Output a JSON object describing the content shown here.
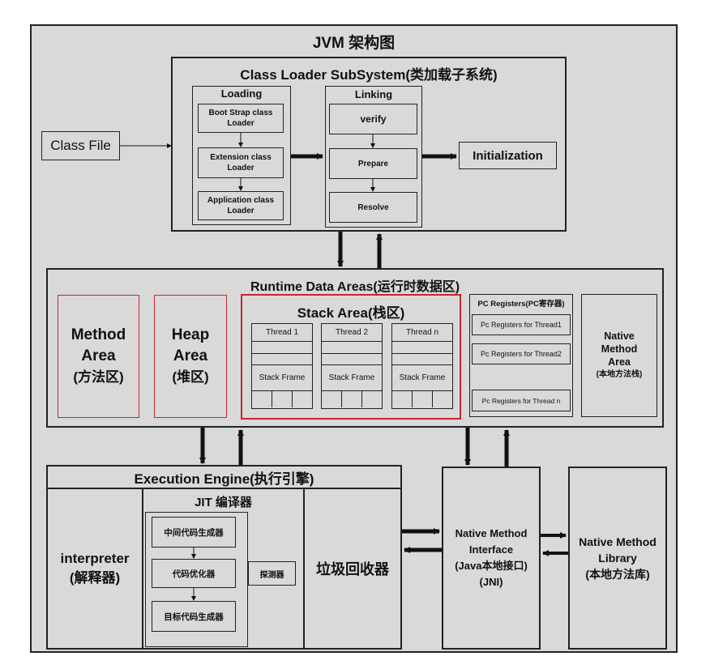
{
  "title": "JVM 架构图",
  "class_file": "Class File",
  "class_loader": {
    "title": "Class Loader SubSystem(类加载子系统)",
    "loading": {
      "title": "Loading",
      "items": [
        "Boot Strap class Loader",
        "Extension class Loader",
        "Application class Loader"
      ]
    },
    "linking": {
      "title": "Linking",
      "items": [
        "verify",
        "Prepare",
        "Resolve"
      ]
    },
    "initialization": "Initialization"
  },
  "runtime": {
    "title": "Runtime Data Areas(运行时数据区)",
    "method_area": {
      "line1": "Method",
      "line2": "Area",
      "line3": "(方法区)"
    },
    "heap_area": {
      "line1": "Heap",
      "line2": "Area",
      "line3": "(堆区)"
    },
    "stack_area": {
      "title": "Stack Area(栈区)",
      "threads": [
        {
          "name": "Thread 1",
          "frame": "Stack Frame"
        },
        {
          "name": "Thread 2",
          "frame": "Stack Frame"
        },
        {
          "name": "Thread n",
          "frame": "Stack Frame"
        }
      ]
    },
    "pc_registers": {
      "title": "PC Registers(PC寄存器)",
      "items": [
        "Pc Registers for Thread1",
        "Pc Registers for Thread2",
        "Pc Registers for Thread n"
      ]
    },
    "native_method_area": {
      "line1": "Native",
      "line2": "Method",
      "line3": "Area",
      "line4": "(本地方法栈)"
    }
  },
  "execution_engine": {
    "title": "Execution Engine(执行引擎)",
    "interpreter": {
      "line1": "interpreter",
      "line2": "(解释器)"
    },
    "jit": {
      "title": "JIT 编译器",
      "items": [
        "中间代码生成器",
        "代码优化器",
        "目标代码生成器"
      ],
      "profiler": "探测器"
    },
    "gc": "垃圾回收器"
  },
  "native_interface": {
    "line1": "Native Method",
    "line2": "Interface",
    "line3": "(Java本地接口)",
    "line4": "(JNI)"
  },
  "native_library": {
    "line1": "Native Method",
    "line2": "Library",
    "line3": "(本地方法库)"
  }
}
